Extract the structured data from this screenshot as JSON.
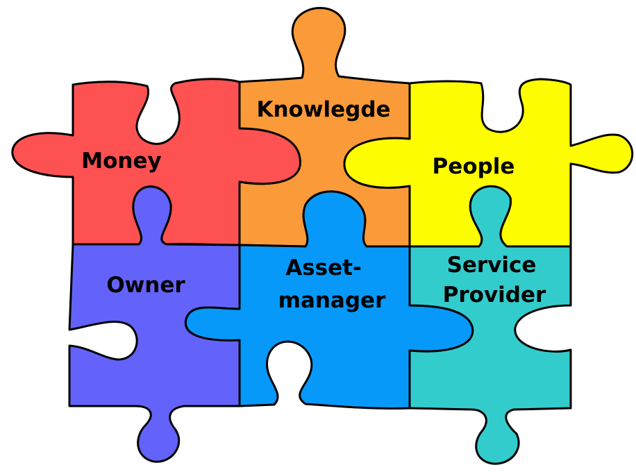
{
  "pieces": [
    {
      "id": "money",
      "label_lines": [
        "Money"
      ],
      "color": "#fd5152"
    },
    {
      "id": "knowledge",
      "label_lines": [
        "Knowlegde"
      ],
      "color": "#fb9a38"
    },
    {
      "id": "people",
      "label_lines": [
        "People"
      ],
      "color": "#fefd02"
    },
    {
      "id": "owner",
      "label_lines": [
        "Owner"
      ],
      "color": "#6363fb"
    },
    {
      "id": "asset-manager",
      "label_lines": [
        "Asset-",
        "manager"
      ],
      "color": "#0799fa"
    },
    {
      "id": "service-provider",
      "label_lines": [
        "Service",
        "Provider"
      ],
      "color": "#33cccc"
    }
  ]
}
